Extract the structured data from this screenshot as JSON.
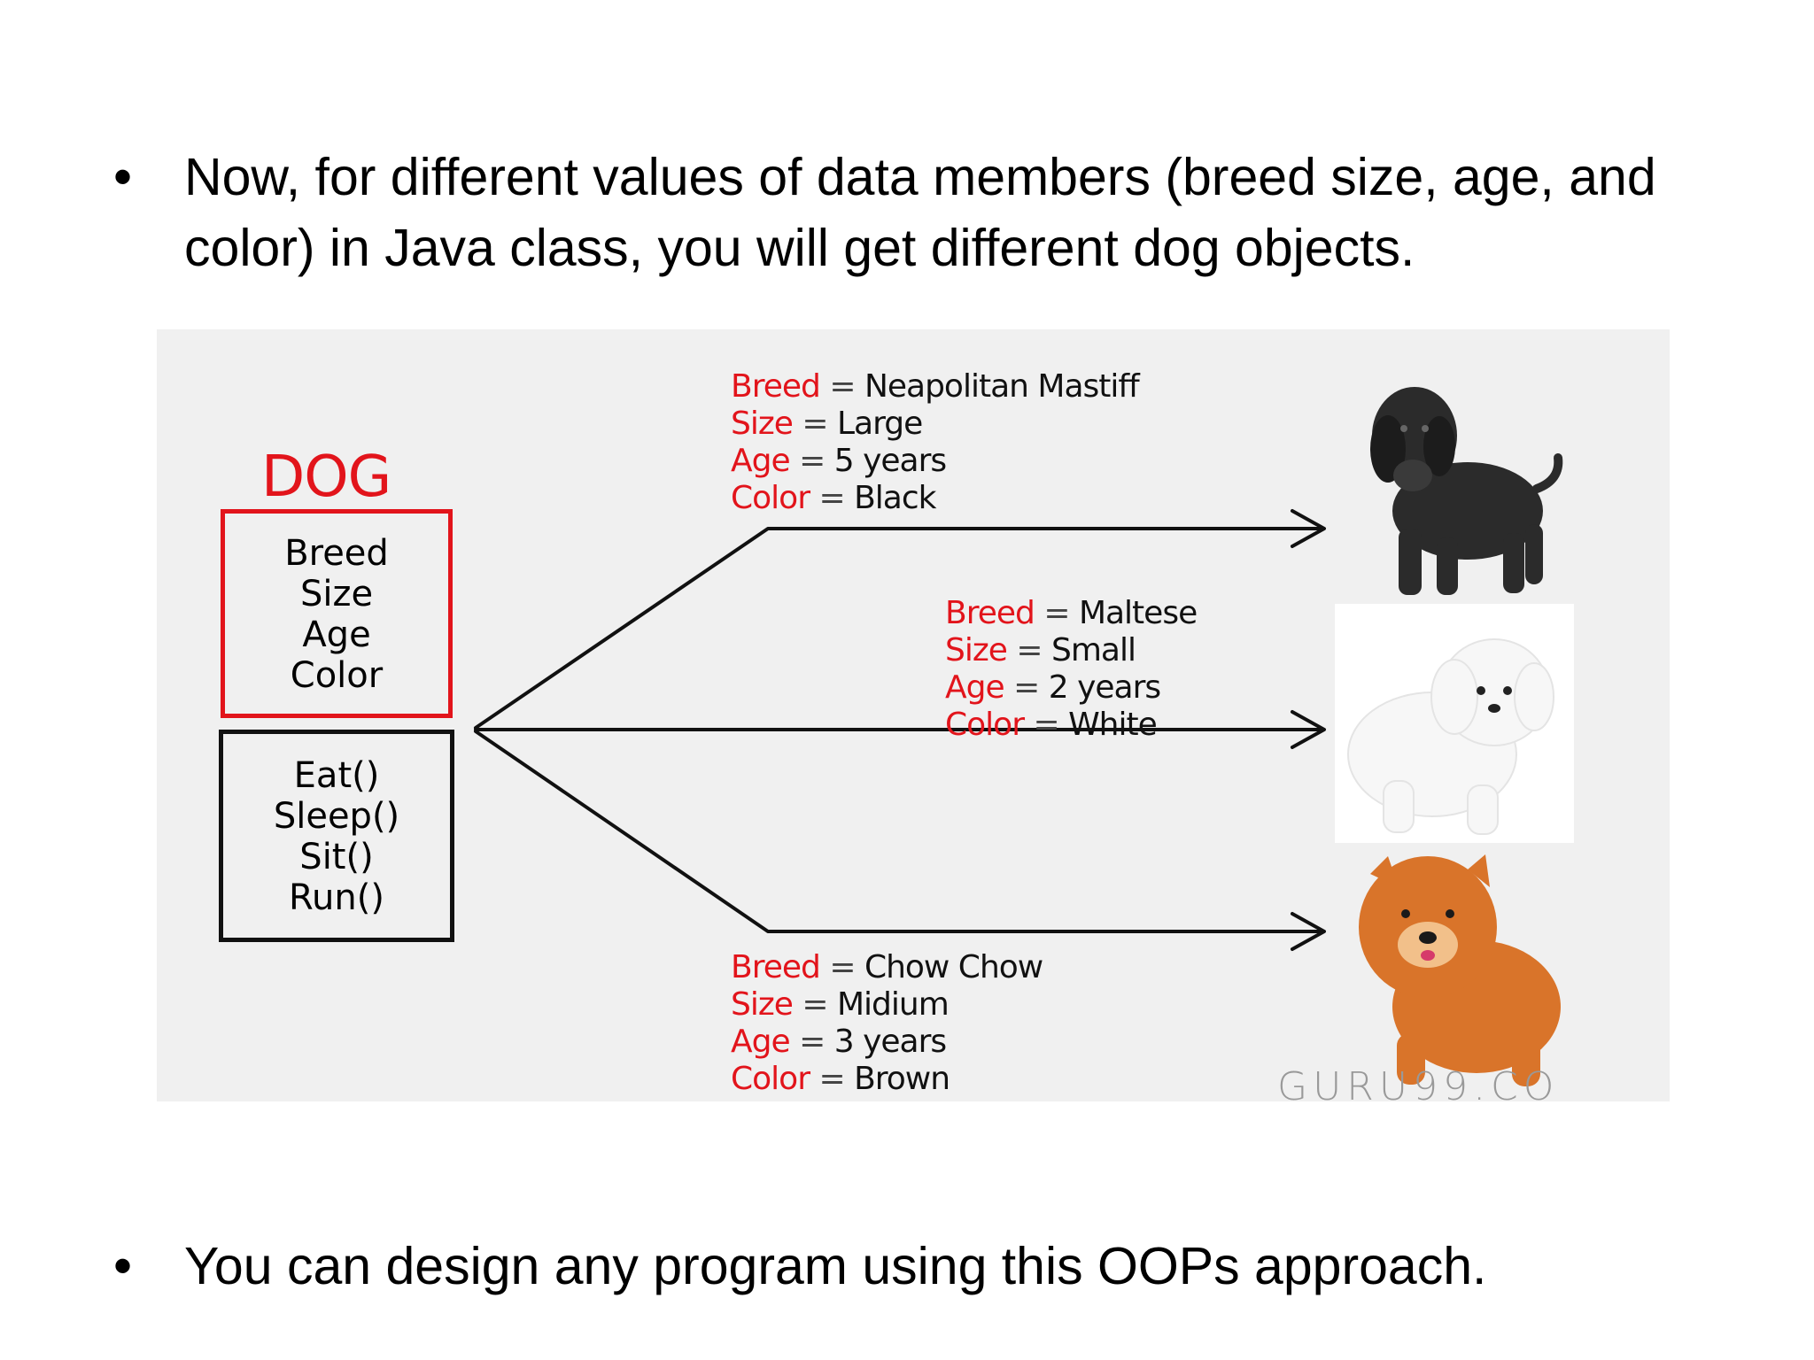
{
  "slide": {
    "bullets": [
      {
        "symbol": "•",
        "text": "Now, for different values of data members (breed size, age, and color) in Java class, you will get different dog objects."
      },
      {
        "symbol": "•",
        "text": "You can design any program using this OOPs approach."
      }
    ]
  },
  "figure": {
    "class_name": "DOG",
    "attributes": [
      "Breed",
      "Size",
      "Age",
      "Color"
    ],
    "methods": [
      "Eat()",
      "Sleep()",
      "Sit()",
      "Run()"
    ],
    "objects": [
      {
        "rows": [
          {
            "key": "Breed",
            "eq": "=",
            "value": "Neapolitan Mastiff"
          },
          {
            "key": "Size",
            "eq": "=",
            "value": "Large"
          },
          {
            "key": "Age",
            "eq": "=",
            "value": "5 years"
          },
          {
            "key": "Color",
            "eq": "=",
            "value": "Black"
          }
        ],
        "dog_color": "#2b2b2b"
      },
      {
        "rows": [
          {
            "key": "Breed",
            "eq": "=",
            "value": "Maltese"
          },
          {
            "key": "Size",
            "eq": "=",
            "value": "Small"
          },
          {
            "key": "Age",
            "eq": "=",
            "value": "2 years"
          },
          {
            "key": "Color",
            "eq": "=",
            "value": "White"
          }
        ],
        "dog_color": "#f7f7f7"
      },
      {
        "rows": [
          {
            "key": "Breed",
            "eq": "=",
            "value": "Chow Chow"
          },
          {
            "key": "Size",
            "eq": "=",
            "value": "Midium"
          },
          {
            "key": "Age",
            "eq": "=",
            "value": "3 years"
          },
          {
            "key": "Color",
            "eq": "=",
            "value": "Brown"
          }
        ],
        "dog_color": "#d9742a"
      }
    ],
    "watermark": "GURU99.CO",
    "colors": {
      "accent_red": "#e2141b",
      "line": "#111111",
      "background": "#f0f0f0"
    }
  }
}
